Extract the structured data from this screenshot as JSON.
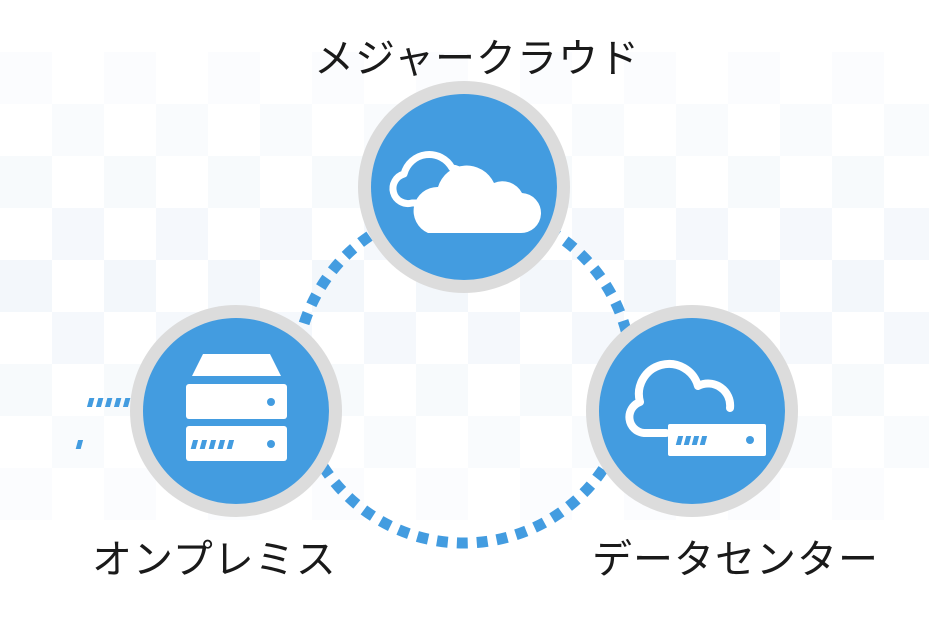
{
  "nodes": {
    "top": {
      "label": "メジャークラウド",
      "icon": "cloud-icon"
    },
    "left": {
      "label": "オンプレミス",
      "icon": "server-rack-icon"
    },
    "right": {
      "label": "データセンター",
      "icon": "cloud-server-icon"
    }
  },
  "colors": {
    "node_fill": "#439ce0",
    "ring": "#dcdcdc",
    "connector": "#439ce0",
    "icon": "#ffffff",
    "label_text": "#1a1a1a",
    "background_tint": "#f3f7fb"
  }
}
